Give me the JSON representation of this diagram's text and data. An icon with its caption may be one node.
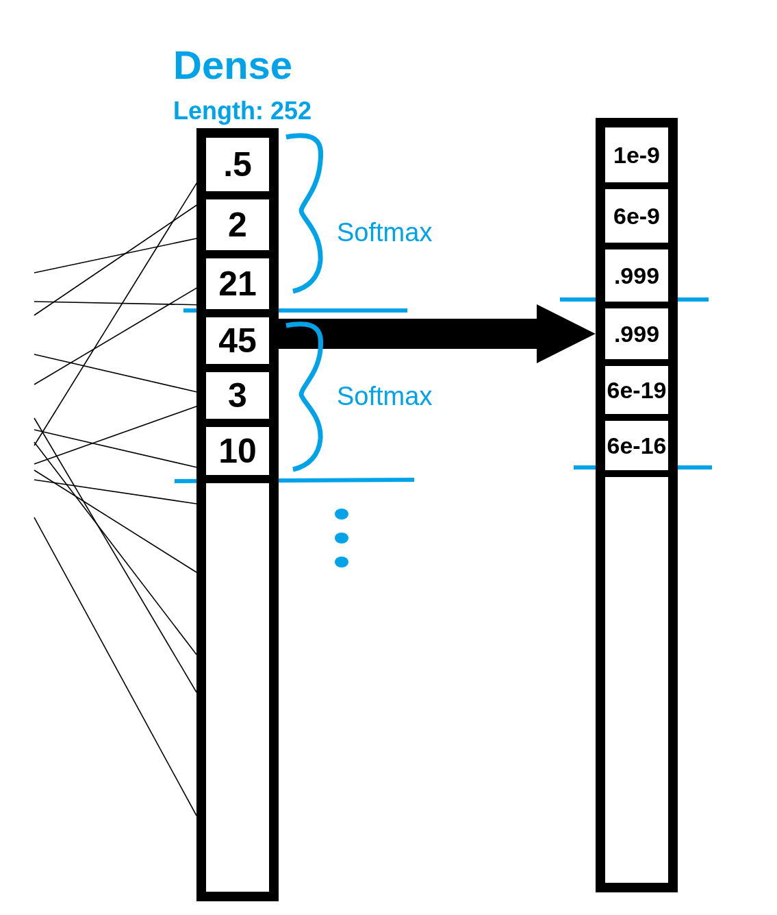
{
  "diagram": {
    "nodes": [
      {
        "text": [
          "Dense",
          "Length: 252"
        ]
      },
      {
        "text": [
          ".5"
        ],
        "in": 0
      },
      {
        "text": [
          "2"
        ],
        "in": 0
      },
      {
        "text": [
          "21"
        ],
        "in": 0
      },
      {
        "text": [
          "45"
        ],
        "in": 0
      },
      {
        "text": [
          "3"
        ],
        "in": 0
      },
      {
        "text": [
          "10"
        ],
        "in": 0
      },
      {
        "text": [],
        "shape": "bar"
      },
      {
        "text": [
          "1e-9"
        ],
        "in": 7
      },
      {
        "text": [
          "6e-9"
        ],
        "in": 7
      },
      {
        "text": [
          ".999"
        ],
        "in": 7
      },
      {
        "text": [
          ".999"
        ],
        "in": 7
      },
      {
        "text": [
          "6e-19"
        ],
        "in": 7
      },
      {
        "text": [
          "6e-16"
        ],
        "in": 7
      }
    ],
    "edges": [
      {
        "from": null,
        "to": 2,
        "arrow": "none"
      },
      {
        "from": null,
        "to": 3,
        "arrow": "none"
      },
      {
        "from": null,
        "to": 2,
        "arrow": "none"
      },
      {
        "from": null,
        "to": 5,
        "arrow": "none"
      },
      {
        "from": null,
        "to": 3,
        "arrow": "none"
      },
      {
        "from": null,
        "to": 1,
        "arrow": "none"
      },
      {
        "from": null,
        "to": 6,
        "arrow": "none"
      },
      {
        "from": null,
        "to": 5,
        "arrow": "none"
      },
      {
        "from": null,
        "to": 0,
        "arrow": "none"
      },
      {
        "from": null,
        "to": 0,
        "arrow": "none"
      },
      {
        "from": null,
        "to": 0,
        "arrow": "none"
      },
      {
        "from": null,
        "to": 0,
        "arrow": "none"
      },
      {
        "from": null,
        "to": 0,
        "arrow": "none"
      },
      {
        "from": 0,
        "to": 7,
        "arrow": "to",
        "style": "thick"
      }
    ],
    "labels": [
      "Softmax",
      "Softmax"
    ]
  }
}
